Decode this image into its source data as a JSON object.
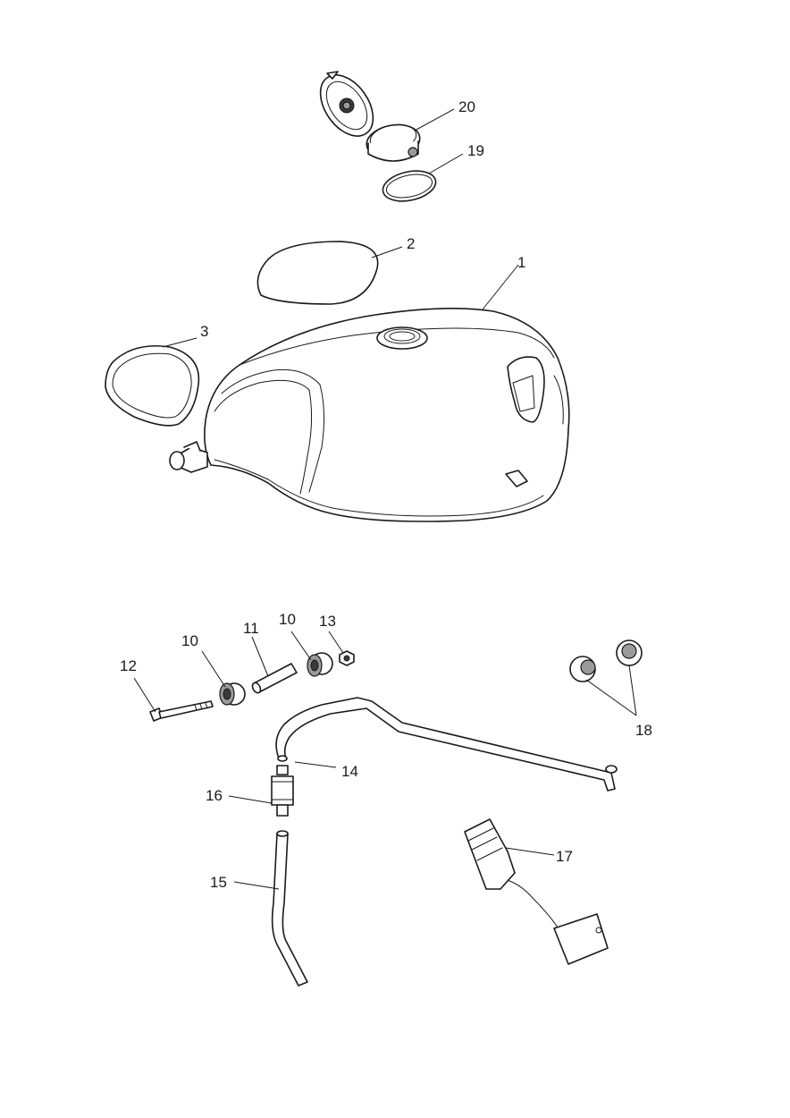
{
  "callouts": {
    "c20": "20",
    "c19": "19",
    "c2": "2",
    "c1": "1",
    "c3": "3",
    "c12": "12",
    "c10a": "10",
    "c11": "11",
    "c10b": "10",
    "c13": "13",
    "c18": "18",
    "c14": "14",
    "c16": "16",
    "c17": "17",
    "c15": "15"
  },
  "colors": {
    "line": "#1a1a1a",
    "background": "#ffffff"
  }
}
